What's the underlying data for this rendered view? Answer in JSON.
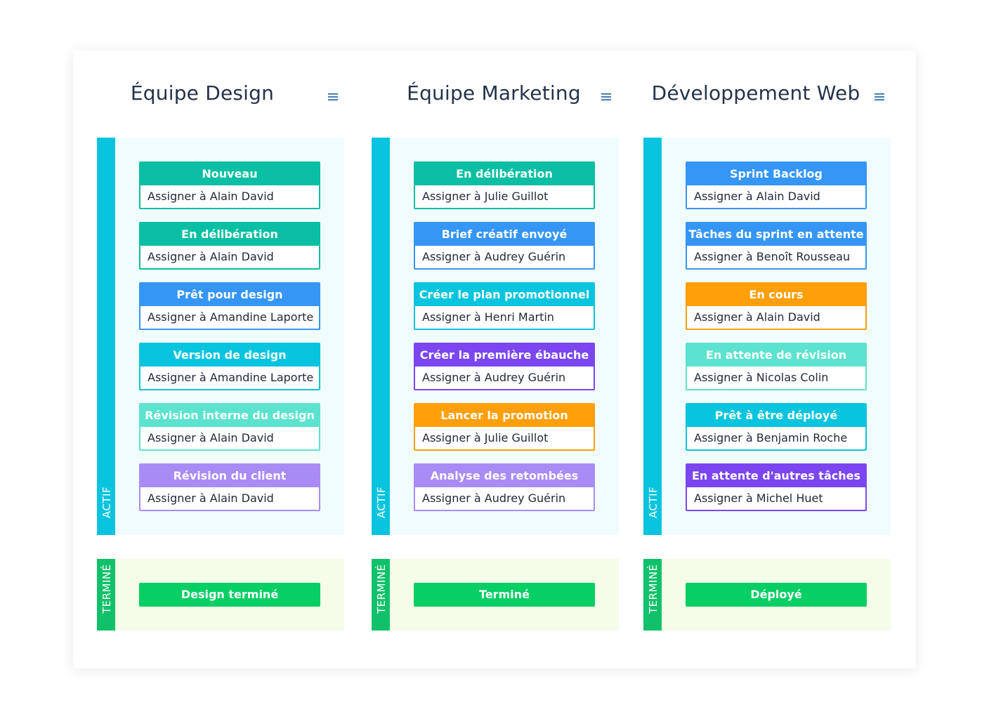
{
  "colors": {
    "teal": "#0abfa3",
    "blue": "#3596f5",
    "cyan": "#09c4de",
    "mint": "#5be3cf",
    "lavender": "#a98bf5",
    "purple": "#7b46ef",
    "orange": "#ff9f0a",
    "green": "#07cf65",
    "active_bar": "#09c4de",
    "done_bar": "#10c16a"
  },
  "boards": [
    {
      "title": "Équipe Design",
      "menu_icon": "hamburger-menu-icon",
      "active_label": "ACTIF",
      "done_label": "TERMINÉ",
      "tasks": [
        {
          "status": "Nouveau",
          "assignee": "Assigner à Alain David",
          "color": "#0abfa3"
        },
        {
          "status": "En délibération",
          "assignee": "Assigner à Alain David",
          "color": "#0abfa3"
        },
        {
          "status": "Prêt pour design",
          "assignee": "Assigner à Amandine Laporte",
          "color": "#3596f5"
        },
        {
          "status": "Version de design",
          "assignee": "Assigner à Amandine Laporte",
          "color": "#09c4de"
        },
        {
          "status": "Révision interne du design",
          "assignee": "Assigner à Alain David",
          "color": "#5be3cf"
        },
        {
          "status": "Révision du client",
          "assignee": "Assigner à Alain David",
          "color": "#a98bf5"
        }
      ],
      "done_task": "Design terminé"
    },
    {
      "title": "Équipe Marketing",
      "menu_icon": "hamburger-menu-icon",
      "active_label": "ACTIF",
      "done_label": "TERMINÉ",
      "tasks": [
        {
          "status": "En délibération",
          "assignee": "Assigner à Julie Guillot",
          "color": "#0abfa3"
        },
        {
          "status": "Brief créatif envoyé",
          "assignee": "Assigner à Audrey Guérin",
          "color": "#3596f5"
        },
        {
          "status": "Créer le plan promotionnel",
          "assignee": "Assigner à Henri Martin",
          "color": "#09c4de"
        },
        {
          "status": "Créer la première ébauche",
          "assignee": "Assigner à Audrey Guérin",
          "color": "#7b46ef"
        },
        {
          "status": "Lancer la promotion",
          "assignee": "Assigner à Julie Guillot",
          "color": "#ff9f0a"
        },
        {
          "status": "Analyse des retombées",
          "assignee": "Assigner à Audrey Guérin",
          "color": "#a98bf5"
        }
      ],
      "done_task": "Terminé"
    },
    {
      "title": "Développement Web",
      "menu_icon": "hamburger-menu-icon",
      "active_label": "ACTIF",
      "done_label": "TERMINÉ",
      "tasks": [
        {
          "status": "Sprint Backlog",
          "assignee": "Assigner à Alain David",
          "color": "#3596f5"
        },
        {
          "status": "Tâches du sprint en attente",
          "assignee": "Assigner à Benoît Rousseau",
          "color": "#3596f5"
        },
        {
          "status": "En cours",
          "assignee": "Assigner à Alain David",
          "color": "#ff9f0a"
        },
        {
          "status": "En attente de révision",
          "assignee": "Assigner à Nicolas Colin",
          "color": "#5be3cf"
        },
        {
          "status": "Prêt à être déployé",
          "assignee": "Assigner à Benjamin Roche",
          "color": "#09c4de"
        },
        {
          "status": "En attente d'autres tâches",
          "assignee": "Assigner à Michel Huet",
          "color": "#7b46ef"
        }
      ],
      "done_task": "Déployé"
    }
  ]
}
